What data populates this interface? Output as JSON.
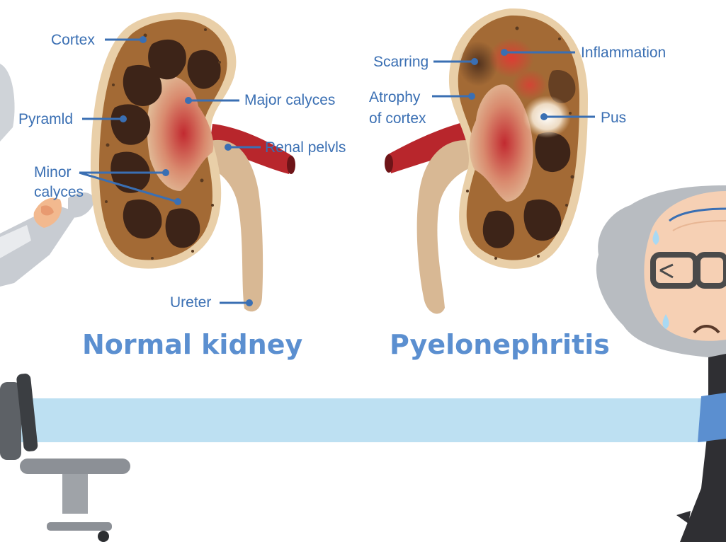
{
  "normal": {
    "title": "Normal kidney",
    "labels": {
      "cortex": "Cortex",
      "major_calyces": "Major calyces",
      "pyramid": "Pyramld",
      "renal_pelvis": "Renal pelvls",
      "minor_calyces_1": "Minor",
      "minor_calyces_2": "calyces",
      "ureter": "Ureter"
    }
  },
  "pyelo": {
    "title": "Pyelonephritis",
    "labels": {
      "scarring": "Scarring",
      "inflammation": "Inflammation",
      "atrophy_1": "Atrophy",
      "atrophy_2": "of cortex",
      "pus": "Pus"
    }
  },
  "colors": {
    "label": "#3a6fb3",
    "title": "#5b8fd0",
    "kidney_outer": "#e9cfa8",
    "kidney_cortex": "#a36a35",
    "pyramid": "#3d2418",
    "pelvis": "#d8b894",
    "vessel": "#b8262c",
    "desk": "#bde0f2"
  }
}
